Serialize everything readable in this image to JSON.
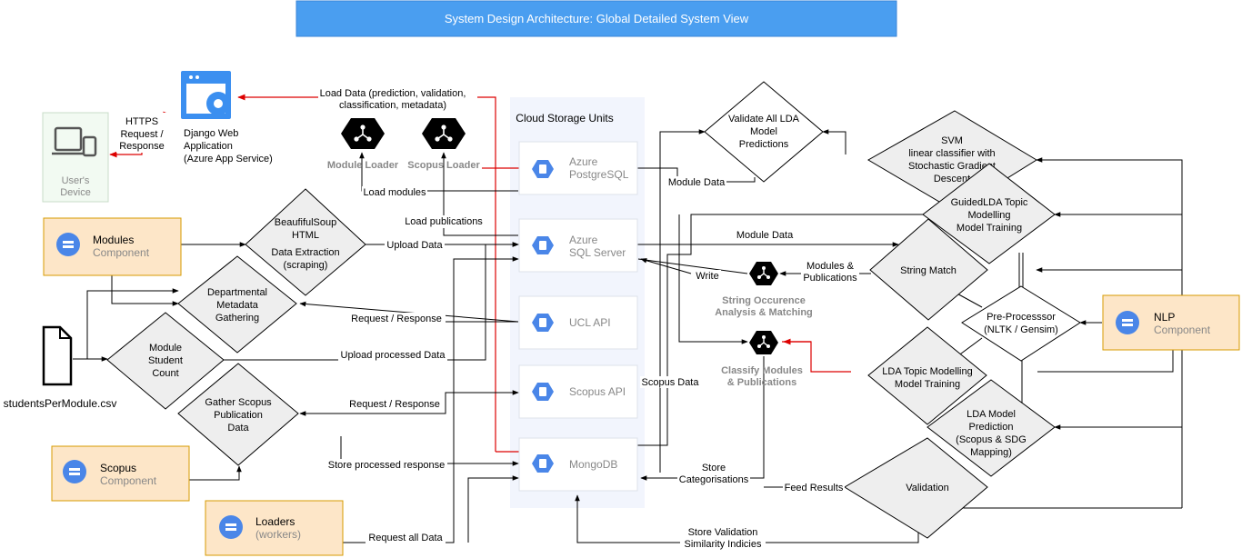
{
  "title": "System Design Architecture: Global Detailed System View",
  "client": {
    "device_label": [
      "User's",
      "Device"
    ],
    "https_label": [
      "HTTPS",
      "Request /",
      "Response"
    ]
  },
  "webapp": {
    "label": [
      "Django Web",
      "Application",
      "(Azure App Service)"
    ]
  },
  "loaders_top": {
    "module_loader": "Module Loader",
    "scopus_loader": "Scopus Loader",
    "load_data": [
      "Load Data (prediction, validation,",
      "classification, metadata)"
    ],
    "load_modules": "Load modules",
    "load_publications": "Load publications"
  },
  "storage": {
    "title": "Cloud Storage Units",
    "azure_postgres": [
      "Azure",
      "PostgreSQL"
    ],
    "azure_sql": [
      "Azure",
      "SQL Server"
    ],
    "ucl_api": "UCL API",
    "scopus_api": "Scopus API",
    "mongodb": "MongoDB"
  },
  "components": {
    "modules": {
      "name": "Modules",
      "type": "Component"
    },
    "scopus": {
      "name": "Scopus",
      "type": "Component"
    },
    "loaders": {
      "name": "Loaders",
      "type": "(workers)"
    },
    "nlp": {
      "name": "NLP",
      "type": "Component"
    }
  },
  "file": {
    "name": "studentsPerModule.csv"
  },
  "processes": {
    "beautifulsoup": [
      "BeaufifulSoup",
      "HTML",
      "Data Extraction",
      "(scraping)"
    ],
    "departmental": [
      "Departmental",
      "Metadata",
      "Gathering"
    ],
    "student_count": [
      "Module",
      "Student",
      "Count"
    ],
    "gather_scopus": [
      "Gather Scopus",
      "Publication",
      "Data"
    ],
    "validate_lda": [
      "Validate All LDA",
      "Model",
      "Predictions"
    ],
    "svm": [
      "SVM",
      "linear classifier with",
      "Stochastic Gradient",
      "Descent"
    ],
    "guided_lda": [
      "GuidedLDA Topic",
      "Modelling",
      "Model Training"
    ],
    "string_match": [
      "String Match"
    ],
    "preprocessor": [
      "Pre-Processsor",
      "(NLTK / Gensim)"
    ],
    "lda_training": [
      "LDA Topic Modelling",
      "Model Training"
    ],
    "lda_prediction": [
      "LDA Model",
      "Prediction",
      "(Scopus & SDG",
      "Mapping)"
    ],
    "validation": [
      "Validation"
    ]
  },
  "nodes": {
    "string_occurence": [
      "String Occurence",
      "Analysis & Matching"
    ],
    "classify": [
      "Classify Modules",
      "& Publications"
    ]
  },
  "edge_labels": {
    "upload_data": "Upload Data",
    "request_response_1": "Request / Response",
    "upload_processed": "Upload processed Data",
    "request_response_2": "Request / Response",
    "store_processed": "Store processed response",
    "request_all": "Request all Data",
    "module_data_1": "Module Data",
    "module_data_2": "Module Data",
    "write": "Write",
    "modules_publications": [
      "Modules &",
      "Publications"
    ],
    "scopus_data": "Scopus Data",
    "store_categorisations": [
      "Store",
      "Categorisations"
    ],
    "feed_results": "Feed Results",
    "store_validation": [
      "Store Validation",
      "Similarity Indicies"
    ]
  },
  "colors": {
    "title_bg": "#4a9ef0",
    "component_bg": "#fde6c8",
    "component_border": "#d79b00",
    "diamond_fill": "#eeeeee",
    "storage_bg": "#f2f5fd",
    "hex_blue": "#4a86e8",
    "red": "#dd0000"
  }
}
